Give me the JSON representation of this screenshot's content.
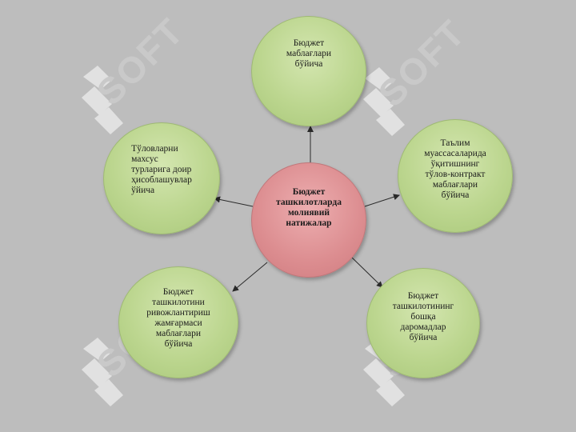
{
  "diagram": {
    "center": {
      "label": "Бюджет\nташкилотларда\nмолиявий\nнатижалар"
    },
    "nodes": [
      {
        "label": "Бюджет\nмаблағлари\nбўйича"
      },
      {
        "label": "Таълим\nмуассасаларида\nўқитишнинг\nтўлов-контракт\nмаблағлари\nбўйича"
      },
      {
        "label": "Бюджет\nташкилотининг\nбошқа\nдаромадлар\nбўйича"
      },
      {
        "label": "Бюджет\nташкилотини\nривожлантириш\nжамғармаси\nмаблағлари\nбўйича"
      },
      {
        "label": "Тўловларни\nмахсус\nтурларига доир\nҳисоблашувлар\nўйича"
      }
    ]
  },
  "watermark": {
    "text": "SOFT"
  },
  "colors": {
    "background": "#bdbdbd",
    "node_green": "#bcd68f",
    "node_center": "#dc8d90",
    "arrow": "#2a2a2a",
    "watermark": "#ffffff"
  }
}
